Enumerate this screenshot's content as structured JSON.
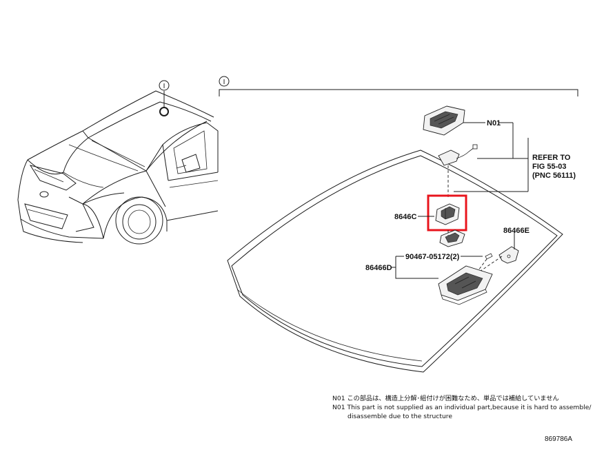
{
  "callouts": {
    "key_mark": "I",
    "bracket_mark": "I"
  },
  "labels": {
    "n01": "N01",
    "refer_line1": "REFER TO",
    "refer_line2": "FIG 55-03",
    "refer_line3": "(PNC 56111)",
    "p8646c": "8646C",
    "p86466e": "86466E",
    "bolt": "90467-05172(2)",
    "p86466d": "86466D"
  },
  "notes": {
    "line1": "N01 この部品は、構造上分解･組付けが困難なため、単品では補給していません",
    "line2": "N01 This part is not supplied as an individual part,because it is hard to assemble/",
    "line3": "disassemble due to the structure"
  },
  "figure_code": "869786A",
  "colors": {
    "highlight": "#e8141c",
    "line": "#1a1a1a"
  }
}
